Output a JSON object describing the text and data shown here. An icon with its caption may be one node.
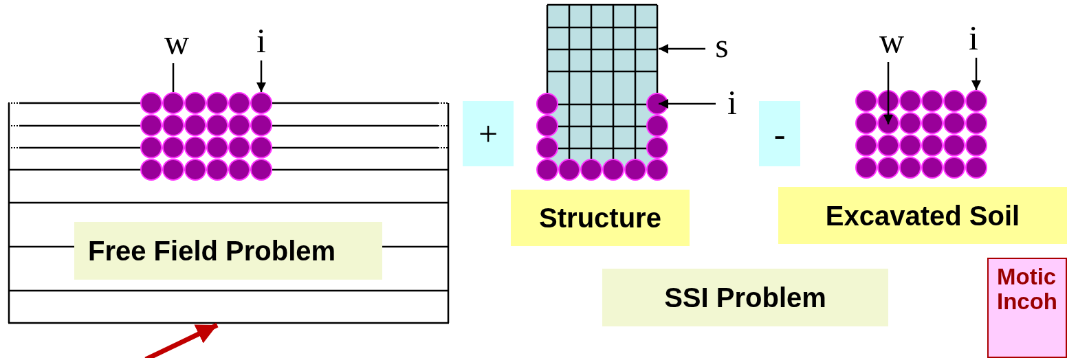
{
  "diagram": {
    "nodes": [
      {
        "text": [
          "w"
        ]
      },
      {
        "text": [
          "i"
        ]
      },
      {
        "text": [],
        "shape": "box"
      },
      {
        "text": [],
        "shape": "picture",
        "in": 2
      },
      {
        "text": [
          "Free Field Problem"
        ],
        "in": 2
      },
      {
        "text": [
          "+"
        ]
      },
      {
        "text": [],
        "shape": "picture"
      },
      {
        "text": [
          "s"
        ]
      },
      {
        "text": [
          "i"
        ]
      },
      {
        "text": [
          "Structure"
        ]
      },
      {
        "text": [
          "-"
        ]
      },
      {
        "text": [
          "w"
        ]
      },
      {
        "text": [
          "i"
        ]
      },
      {
        "text": [],
        "shape": "picture"
      },
      {
        "text": [
          "Excavated Soil"
        ]
      },
      {
        "text": [
          "SSI Problem"
        ]
      },
      {
        "text": [
          "Motic Incoh"
        ]
      }
    ],
    "edges": [
      {
        "from": 0,
        "to": 3,
        "arrow": "none"
      },
      {
        "from": 1,
        "to": 3,
        "arrow": "to"
      },
      {
        "from": 7,
        "to": 6,
        "arrow": "to"
      },
      {
        "from": 8,
        "to": 6,
        "arrow": "to"
      },
      {
        "from": 11,
        "to": 13,
        "arrow": "to"
      },
      {
        "from": 12,
        "to": 13,
        "arrow": "to"
      },
      {
        "from": null,
        "to": 2,
        "arrow": "to",
        "style": "thick",
        "color": "#c00000"
      }
    ]
  }
}
